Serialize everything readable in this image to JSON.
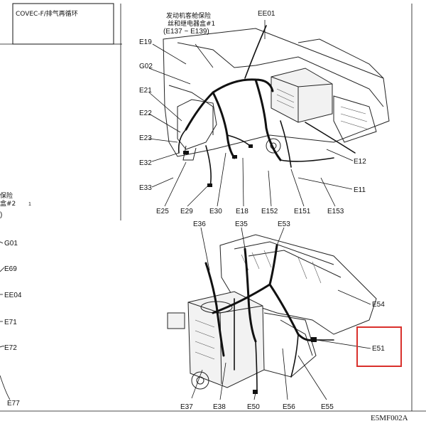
{
  "header_box": {
    "text": "COVEC-F/排气再循环"
  },
  "top_view": {
    "fuse_box_title": [
      "发动机客舱保险",
      "丝和继电器盒#1",
      "(E137 ~ E139)"
    ],
    "labels": {
      "EE01": "EE01",
      "E19": "E19",
      "G02": "G02",
      "E21": "E21",
      "E22": "E22",
      "E23": "E23",
      "E32": "E32",
      "E33": "E33",
      "E12": "E12",
      "E11": "E11",
      "E25": "E25",
      "E29": "E29",
      "E30": "E30",
      "E18": "E18",
      "E152": "E152",
      "E151": "E151",
      "E153": "E153"
    }
  },
  "left_edge": {
    "fuse_fragment": [
      "保险",
      "盒#2"
    ],
    "fuse_fragment_extra": "1",
    "paren_fragment": ")",
    "labels": [
      "G01",
      "E69",
      "EE04",
      "E71",
      "E72",
      "E77"
    ]
  },
  "bottom_view": {
    "labels": {
      "E36": "E36",
      "E35": "E35",
      "E53": "E53",
      "E54": "E54",
      "E51": "E51",
      "E37": "E37",
      "E38": "E38",
      "E50": "E50",
      "E56": "E56",
      "E55": "E55"
    }
  },
  "caption": "E5MF002A",
  "highlight_color": "#d9302c"
}
